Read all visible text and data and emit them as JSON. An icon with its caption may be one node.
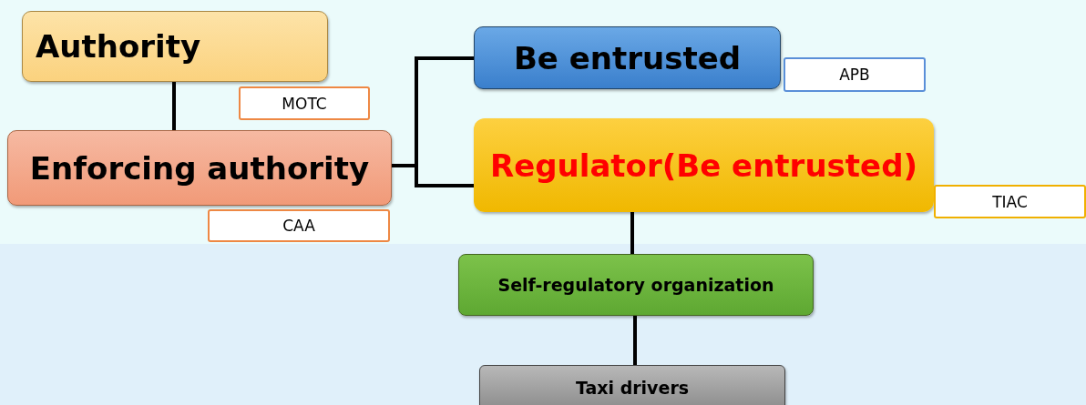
{
  "diagram": {
    "nodes": [
      {
        "text": [
          "Authority"
        ]
      },
      {
        "text": [
          "MOTC"
        ]
      },
      {
        "text": [
          "Enforcing authority"
        ]
      },
      {
        "text": [
          "CAA"
        ]
      },
      {
        "text": [
          "Be entrusted"
        ]
      },
      {
        "text": [
          "APB"
        ]
      },
      {
        "text": [
          "Regulator(Be entrusted)"
        ]
      },
      {
        "text": [
          "TIAC"
        ]
      },
      {
        "text": [
          "Self-regulatory organization"
        ]
      },
      {
        "text": [
          "Taxi drivers"
        ]
      }
    ],
    "edges": [
      {
        "from": 0,
        "to": 2,
        "arrow": "none"
      },
      {
        "from": 2,
        "to": 4,
        "arrow": "none"
      },
      {
        "from": 2,
        "to": 6,
        "arrow": "none"
      },
      {
        "from": 6,
        "to": 8,
        "arrow": "none"
      },
      {
        "from": 8,
        "to": 9,
        "arrow": "none"
      }
    ]
  }
}
